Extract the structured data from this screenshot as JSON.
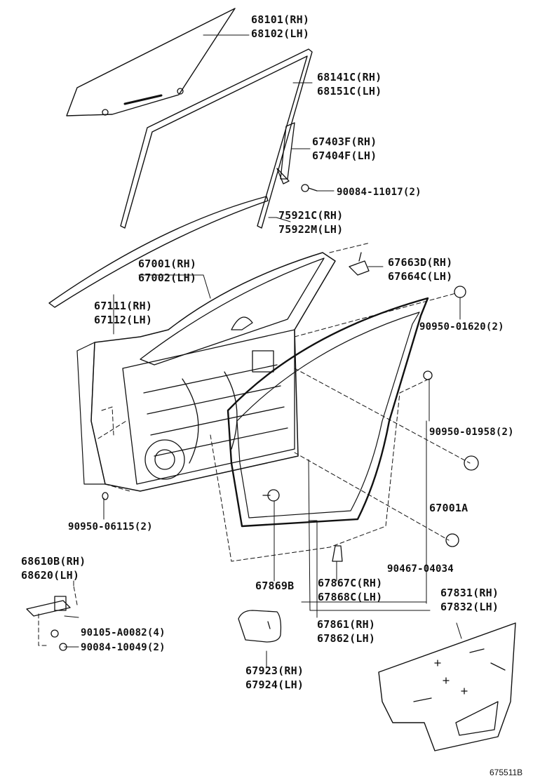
{
  "diagram": {
    "figure_id": "675511B",
    "parts": [
      {
        "id": "glass",
        "lines": [
          "68101(RH)",
          "68102(LH)"
        ]
      },
      {
        "id": "run",
        "lines": [
          "68141C(RH)",
          "68151C(LH)"
        ]
      },
      {
        "id": "channel",
        "lines": [
          "67403F(RH)",
          "67404F(LH)"
        ]
      },
      {
        "id": "bolt-11017",
        "lines": [
          "90084-11017(2)"
        ]
      },
      {
        "id": "belt",
        "lines": [
          "75921C(RH)",
          "75922M(LH)"
        ]
      },
      {
        "id": "door-panel",
        "lines": [
          "67001(RH)",
          "67002(LH)"
        ]
      },
      {
        "id": "frame",
        "lines": [
          "67111(RH)",
          "67112(LH)"
        ]
      },
      {
        "id": "bracket",
        "lines": [
          "67663D(RH)",
          "67664C(LH)"
        ]
      },
      {
        "id": "clip-01620",
        "lines": [
          "90950-01620(2)"
        ]
      },
      {
        "id": "clip-01958",
        "lines": [
          "90950-01958(2)"
        ]
      },
      {
        "id": "sub-67001a",
        "lines": [
          "67001A"
        ]
      },
      {
        "id": "clip-06115",
        "lines": [
          "90950-06115(2)"
        ]
      },
      {
        "id": "clip-04034",
        "lines": [
          "90467-04034"
        ]
      },
      {
        "id": "check",
        "lines": [
          "68610B(RH)",
          "68620(LH)"
        ]
      },
      {
        "id": "plug-67869b",
        "lines": [
          "67869B"
        ]
      },
      {
        "id": "clip-67867",
        "lines": [
          "67867C(RH)",
          "67868C(LH)"
        ]
      },
      {
        "id": "cover",
        "lines": [
          "67831(RH)",
          "67832(LH)"
        ]
      },
      {
        "id": "bolt-a0082",
        "lines": [
          "90105-A0082(4)"
        ]
      },
      {
        "id": "weather",
        "lines": [
          "67861(RH)",
          "67862(LH)"
        ]
      },
      {
        "id": "bolt-10049",
        "lines": [
          "90084-10049(2)"
        ]
      },
      {
        "id": "pad",
        "lines": [
          "67923(RH)",
          "67924(LH)"
        ]
      }
    ]
  }
}
